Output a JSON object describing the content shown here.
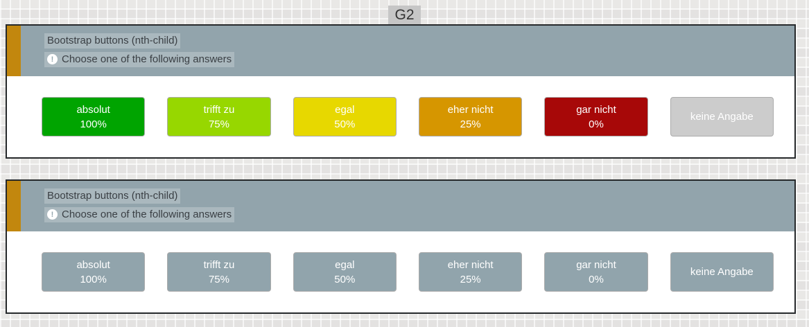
{
  "page": {
    "group_label": "G2"
  },
  "colors": {
    "page_background": "#e9e8e6",
    "panel_border": "#26292b",
    "header_background": "#92a4ac",
    "accent_stripe": "#c2870e",
    "body_background": "#ffffff",
    "button_text": "#ffffff"
  },
  "panels": [
    {
      "title": "Bootstrap buttons (nth-child)",
      "help": "Choose one of the following answers",
      "variant": "colored",
      "buttons": [
        {
          "label": "absolut",
          "value": "100%",
          "color": "#00a400",
          "text_color": "#ffffff"
        },
        {
          "label": "trifft zu",
          "value": "75%",
          "color": "#97d700",
          "text_color": "#ffffff"
        },
        {
          "label": "egal",
          "value": "50%",
          "color": "#e7d800",
          "text_color": "#ffffff"
        },
        {
          "label": "eher nicht",
          "value": "25%",
          "color": "#d69600",
          "text_color": "#ffffff"
        },
        {
          "label": "gar nicht",
          "value": "0%",
          "color": "#a70808",
          "text_color": "#ffffff"
        },
        {
          "label": "keine Angabe",
          "value": "",
          "color": "#cccccc",
          "text_color": "#ffffff"
        }
      ]
    },
    {
      "title": "Bootstrap buttons (nth-child)",
      "help": "Choose one of the following answers",
      "variant": "plain",
      "buttons": [
        {
          "label": "absolut",
          "value": "100%",
          "color": "#91a4ac",
          "text_color": "#ffffff"
        },
        {
          "label": "trifft zu",
          "value": "75%",
          "color": "#91a4ac",
          "text_color": "#ffffff"
        },
        {
          "label": "egal",
          "value": "50%",
          "color": "#91a4ac",
          "text_color": "#ffffff"
        },
        {
          "label": "eher nicht",
          "value": "25%",
          "color": "#91a4ac",
          "text_color": "#ffffff"
        },
        {
          "label": "gar nicht",
          "value": "0%",
          "color": "#91a4ac",
          "text_color": "#ffffff"
        },
        {
          "label": "keine Angabe",
          "value": "",
          "color": "#91a4ac",
          "text_color": "#ffffff"
        }
      ]
    }
  ]
}
